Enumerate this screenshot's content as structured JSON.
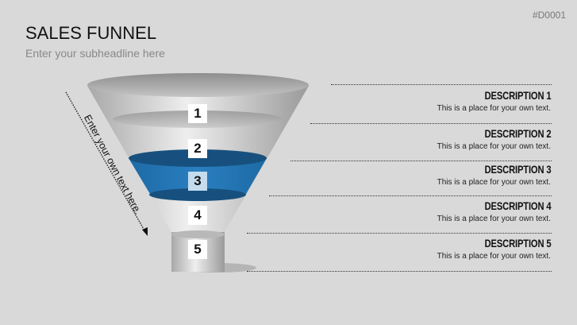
{
  "slide_code": "#D0001",
  "title": "SALES FUNNEL",
  "subheadline": "Enter your subheadline here",
  "side_text": "Enter your own text here.",
  "stages": [
    "1",
    "2",
    "3",
    "4",
    "5"
  ],
  "highlight_color": "#2373b0",
  "descriptions": [
    {
      "title": "DESCRIPTION 1",
      "text": "This is a place for your own text."
    },
    {
      "title": "DESCRIPTION 2",
      "text": "This is a place for your own text."
    },
    {
      "title": "DESCRIPTION 3",
      "text": "This is a place for your own text."
    },
    {
      "title": "DESCRIPTION 4",
      "text": "This is a place for your own text."
    },
    {
      "title": "DESCRIPTION 5",
      "text": "This is a place for your own text."
    }
  ]
}
